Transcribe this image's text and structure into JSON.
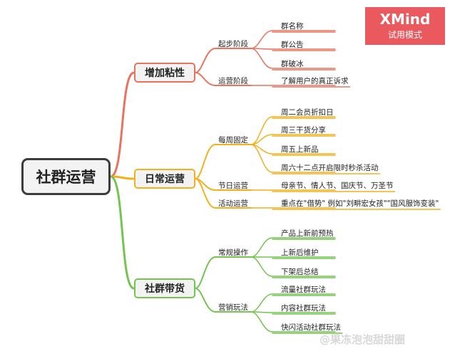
{
  "watermark_badge": {
    "brand": "XMind",
    "mode": "试用模式"
  },
  "root": {
    "label": "社群运营"
  },
  "branches": [
    {
      "label": "增加粘性",
      "color": "#e8735f",
      "groups": [
        {
          "label": "起步阶段",
          "items": [
            "群名称",
            "群公告",
            "群破冰"
          ]
        },
        {
          "label": "运营阶段",
          "items": [
            "了解用户的真正诉求"
          ]
        }
      ]
    },
    {
      "label": "日常运营",
      "color": "#f2b01e",
      "groups": [
        {
          "label": "每周固定",
          "items": [
            "周二会员折扣日",
            "周三干货分享",
            "周五上新品",
            "周六十二点开启限时秒杀活动"
          ]
        },
        {
          "label": "节日运营",
          "items": [
            "母亲节、情人节、国庆节、万圣节"
          ]
        },
        {
          "label": "活动运营",
          "items": [
            "重点在\"借势\" 例如\"刘畊宏女孩\"\"国风服饰变装\""
          ]
        }
      ]
    },
    {
      "label": "社群带货",
      "color": "#74c450",
      "groups": [
        {
          "label": "常规操作",
          "items": [
            "产品上新前预热",
            "上新后维护",
            "下架后总结"
          ]
        },
        {
          "label": "营销玩法",
          "items": [
            "流量社群玩法",
            "内容社群玩法",
            "快闪活动社群玩法"
          ]
        }
      ]
    }
  ],
  "footer_watermark": "@果冻泡泡甜甜圈"
}
